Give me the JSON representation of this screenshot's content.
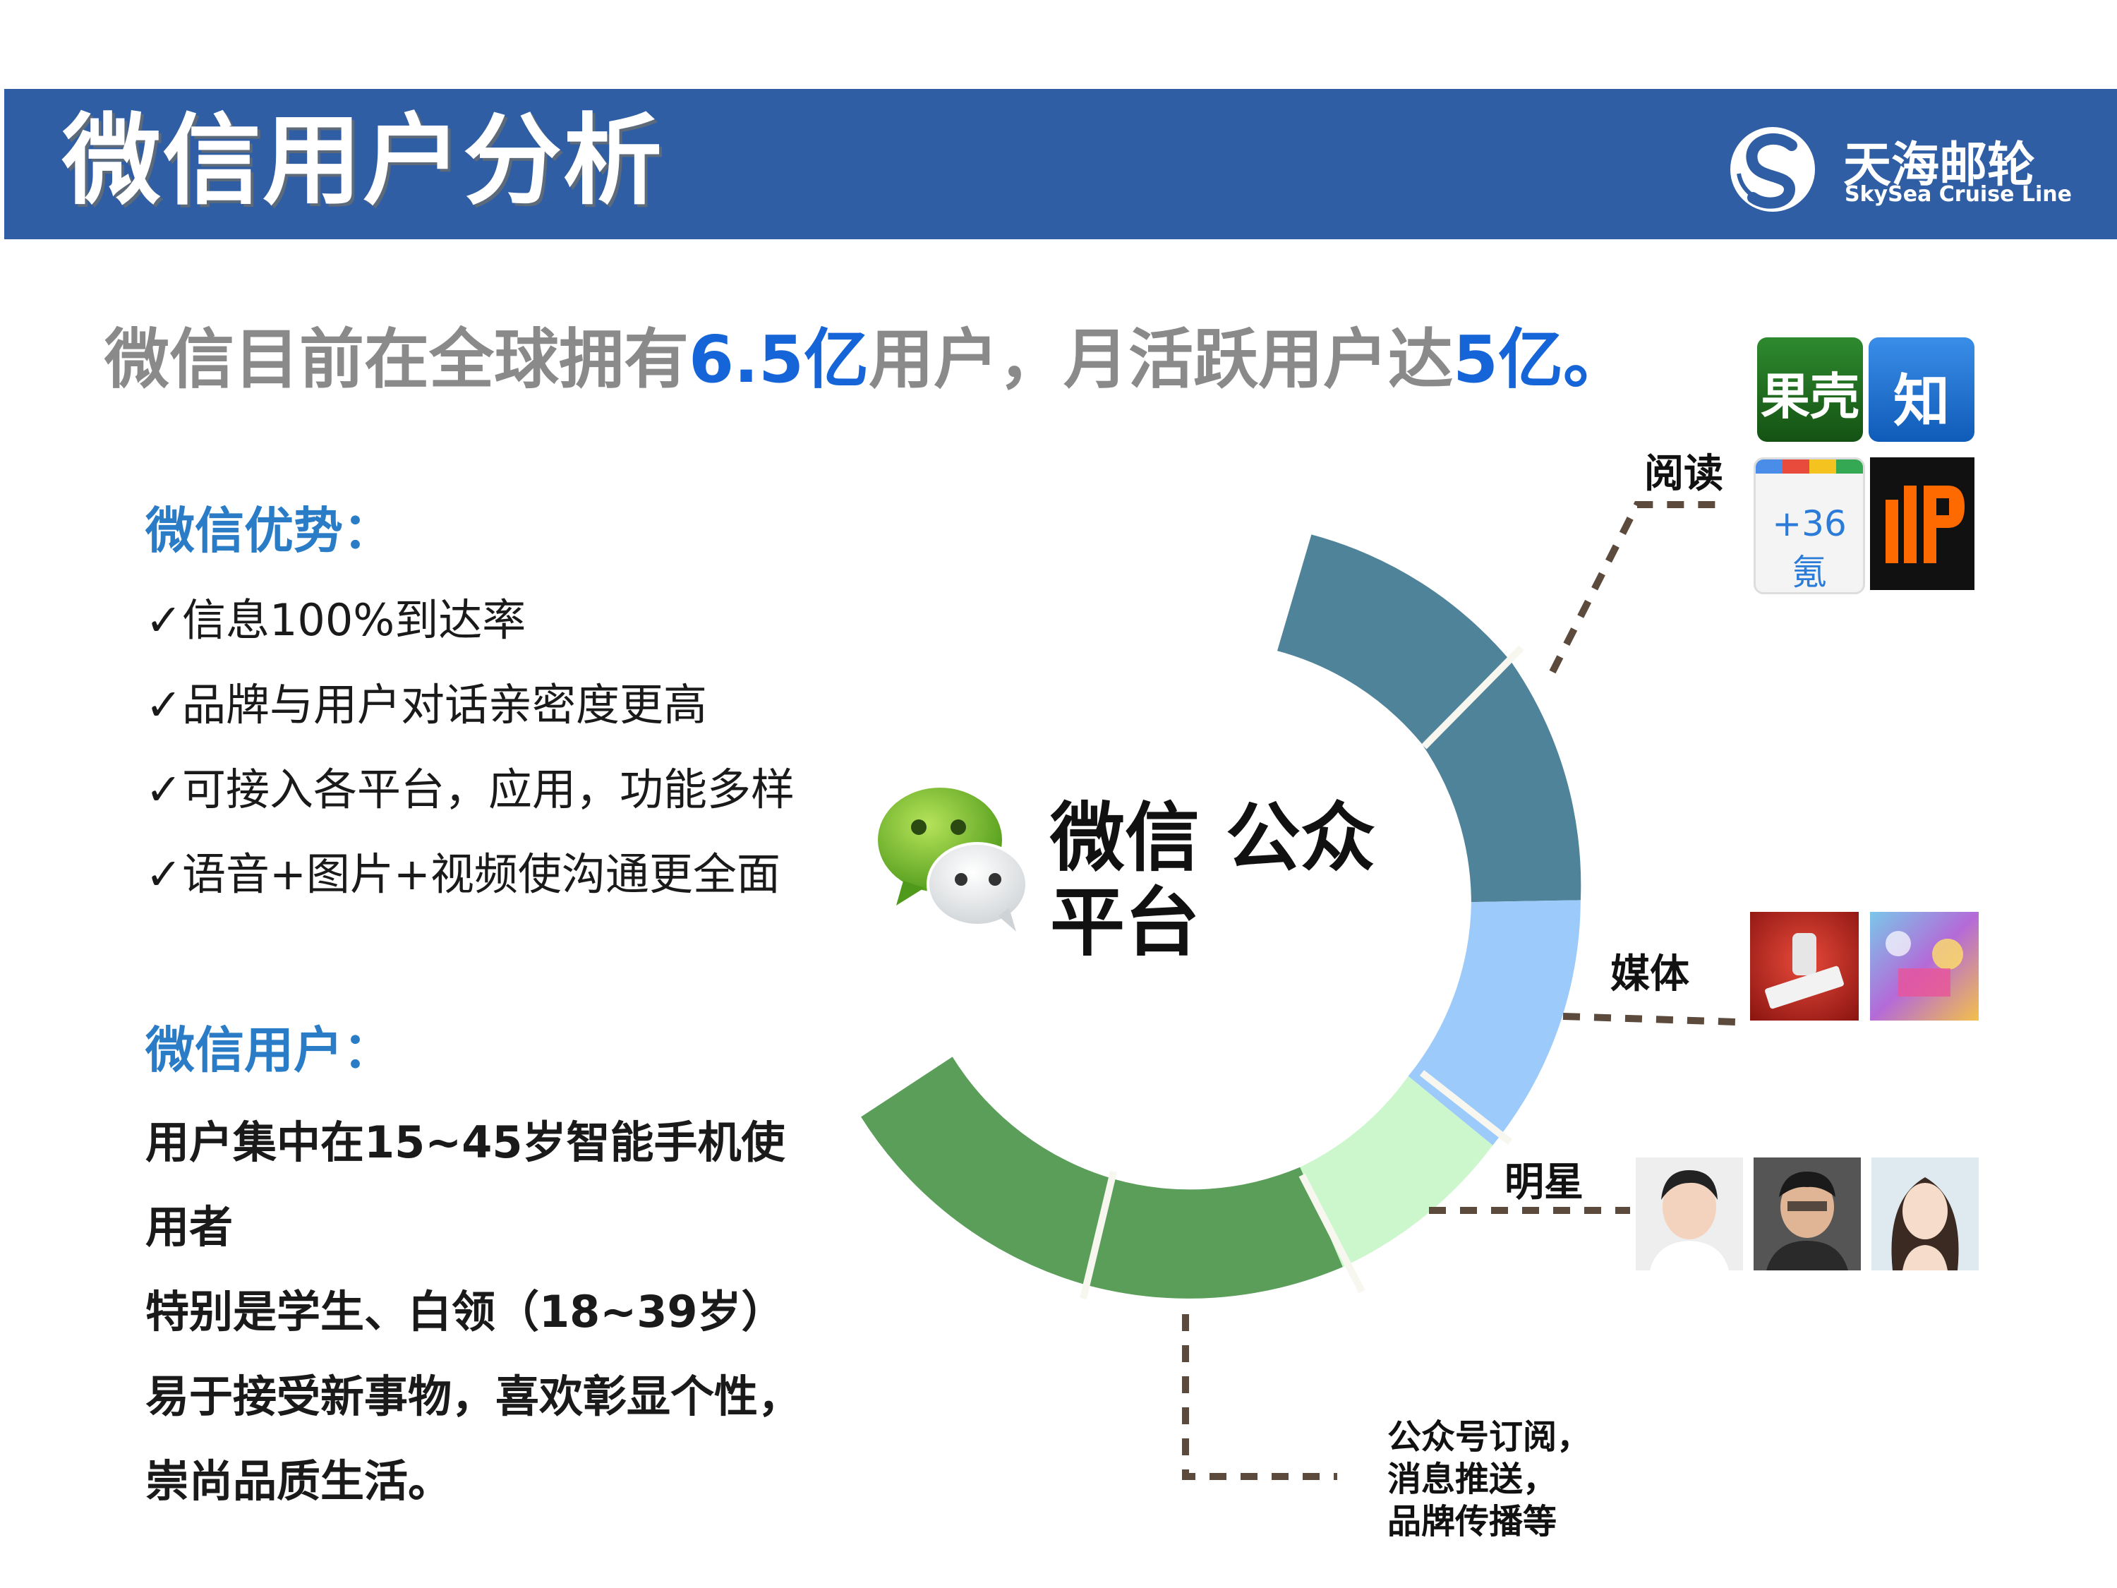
{
  "header": {
    "title": "微信用户分析",
    "logo_cn": "天海邮轮",
    "logo_en": "SkySea Cruise Line"
  },
  "headline": {
    "part1": "微信目前在全球拥有",
    "num1": "6.5亿",
    "part2": "用户，月活跃用户达",
    "num2": "5亿",
    "part3": "。"
  },
  "advantages": {
    "title": "微信优势：",
    "items": [
      "✓信息100%到达率",
      "✓品牌与用户对话亲密度更高",
      "✓可接入各平台，应用，功能多样",
      "✓语音+图片+视频使沟通更全面"
    ]
  },
  "users": {
    "title": "微信用户：",
    "lines": [
      "用户集中在15~45岁智能手机使",
      "用者",
      "特别是学生、白领（18~39岁）",
      "易于接受新事物，喜欢彰显个性，",
      "崇尚品质生活。"
    ]
  },
  "center": {
    "text": "微信 公众平台"
  },
  "labels": {
    "reading": "阅读",
    "media": "媒体",
    "star": "明星",
    "public": [
      "公众号订阅，",
      "消息推送，",
      "品牌传播等"
    ]
  },
  "icons": {
    "guokr": "果壳",
    "zhihu": "知",
    "kr36": "+36氪"
  },
  "colors": {
    "header": "#2f5ea5",
    "accent": "#1565d8",
    "section": "#2a7cc7",
    "ring_dark_blue": "#4f8399",
    "ring_light_blue": "#9ccbfb",
    "ring_light_green": "#ccf7cc",
    "ring_green": "#5a9e5a",
    "leader": "#5c4a3c"
  }
}
